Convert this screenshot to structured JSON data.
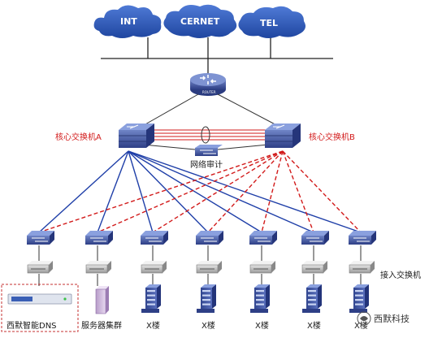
{
  "clouds": [
    {
      "name": "INT"
    },
    {
      "name": "CERNET"
    },
    {
      "name": "TEL"
    }
  ],
  "router": {
    "label": "ROUTER"
  },
  "core": {
    "switch_a": "核心交换机A",
    "switch_b": "核心交换机B",
    "audit": "网络审计"
  },
  "access": {
    "label": "接入交换机",
    "count": 7
  },
  "endpoints": {
    "dns": "西默智能DNS",
    "servers": "服务器集群",
    "buildings": [
      "X楼",
      "X楼",
      "X楼",
      "X楼",
      "X楼"
    ]
  },
  "watermark": {
    "text": "西默科技"
  },
  "colors": {
    "cloud": "#2a56b8",
    "device": "#3a4f9c",
    "link_blue": "#1f3fa8",
    "link_red": "#d21a1a",
    "label_red": "#d21a1a"
  },
  "icons": {
    "router": "router-icon",
    "core_switch": "layer3-switch-icon",
    "access_switch": "switch-icon",
    "patch_panel": "patch-panel-icon",
    "building": "building-icon",
    "server": "server-icon"
  }
}
